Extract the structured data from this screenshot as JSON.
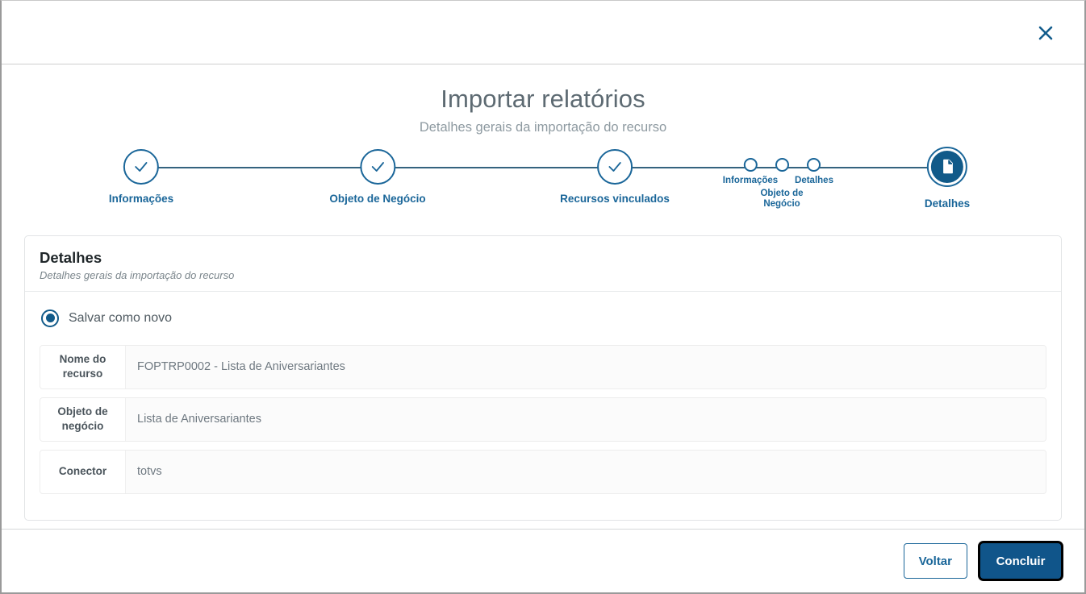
{
  "window": {
    "close_icon": "close-icon"
  },
  "header": {
    "title": "Importar relatórios",
    "subtitle": "Detalhes gerais da importação do recurso"
  },
  "stepper": {
    "steps": [
      {
        "label": "Informações",
        "state": "completed",
        "icon": "check-icon"
      },
      {
        "label": "Objeto de Negócio",
        "state": "completed",
        "icon": "check-icon"
      },
      {
        "label": "Recursos vinculados",
        "state": "completed",
        "icon": "check-icon"
      },
      {
        "label": "Detalhes",
        "state": "active",
        "icon": "document-icon"
      }
    ],
    "mini_steps": [
      {
        "label": "Informações"
      },
      {
        "label": "Objeto de Negócio"
      },
      {
        "label": "Detalhes"
      }
    ]
  },
  "panel": {
    "title": "Detalhes",
    "subtitle": "Detalhes gerais da importação do recurso",
    "radio": {
      "label": "Salvar como novo",
      "selected": true
    },
    "fields": [
      {
        "label": "Nome do recurso",
        "value": "FOPTRP0002 - Lista de Aniversariantes"
      },
      {
        "label": "Objeto de negócio",
        "value": "Lista de Aniversariantes"
      },
      {
        "label": "Conector",
        "value": "totvs"
      }
    ]
  },
  "footer": {
    "back_label": "Voltar",
    "finish_label": "Concluir"
  },
  "colors": {
    "primary": "#10558a",
    "accent": "#1a6699",
    "track": "#34637f",
    "text": "#4f5a61",
    "muted": "#8e9aa1"
  }
}
